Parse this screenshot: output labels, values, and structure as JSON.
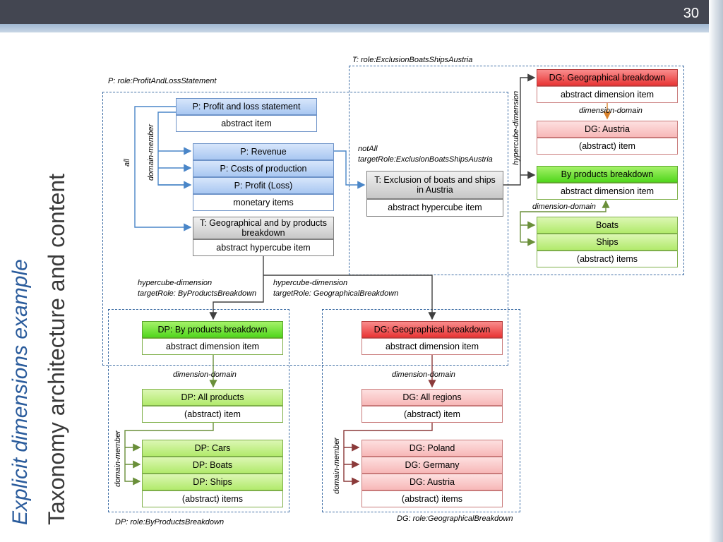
{
  "slide": {
    "number": "30",
    "title_line1": "Explicit dimensions example",
    "title_line2": "Taxonomy architecture and content"
  },
  "regions": {
    "profit_loss": "P: role:ProfitAndLossStatement",
    "exclusion": "T: role:ExclusionBoatsShipsAustria",
    "by_products": "DP: role:ByProductsBreakdown",
    "geographical": "DG: role:GeographicalBreakdown"
  },
  "relations": {
    "all": "all",
    "domain_member": "domain-member",
    "hypercube_dimension": "hypercube-dimension",
    "dimension_domain": "dimension-domain",
    "not_all": "notAll",
    "not_all_target": "targetRole:ExclusionBoatsShipsAustria",
    "target_by_products": "targetRole: ByProductsBreakdown",
    "target_geographical": "targetRole: GeographicalBreakdown"
  },
  "profit_loss": {
    "statement": "P: Profit and loss statement",
    "statement_type": "abstract item",
    "revenue": "P: Revenue",
    "costs": "P: Costs of production",
    "profit": "P: Profit (Loss)",
    "monetary": "monetary items",
    "hypercube": "T: Geographical and by products breakdown",
    "hypercube_type": "abstract hypercube item"
  },
  "exclusion": {
    "hypercube": "T: Exclusion of boats and ships in Austria",
    "hypercube_type": "abstract hypercube item",
    "dg_dim": "DG: Geographical breakdown",
    "dg_dim_type": "abstract dimension item",
    "dg_austria": "DG: Austria",
    "dg_austria_type": "(abstract) item",
    "bp_dim": "By products breakdown",
    "bp_dim_type": "abstract dimension item",
    "boats": "Boats",
    "ships": "Ships",
    "items_type": "(abstract) items"
  },
  "by_products": {
    "dim": "DP: By products breakdown",
    "dim_type": "abstract dimension item",
    "all": "DP: All products",
    "all_type": "(abstract) item",
    "cars": "DP: Cars",
    "boats": "DP: Boats",
    "ships": "DP: Ships",
    "items_type": "(abstract) items"
  },
  "geographical": {
    "dim": "DG: Geographical breakdown",
    "dim_type": "abstract dimension item",
    "all": "DG: All regions",
    "all_type": "(abstract) item",
    "poland": "DG: Poland",
    "germany": "DG: Germany",
    "austria": "DG: Austria",
    "items_type": "(abstract) items"
  },
  "colors": {
    "header_bar": "#434651",
    "title_accent": "#2b5c9c",
    "blue_arrow": "#4a86c8",
    "dark_arrow": "#404040",
    "green_arrow": "#6a8f3a",
    "red_arrow": "#8b3a3a",
    "orange_arrow": "#d9822b"
  }
}
